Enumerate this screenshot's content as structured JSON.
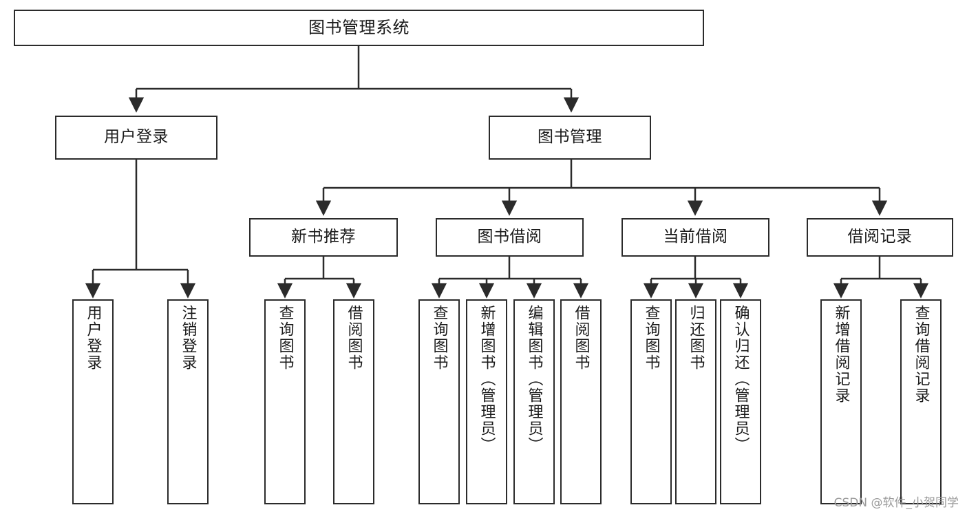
{
  "diagram": {
    "title": "图书管理系统",
    "watermark": "CSDN @软件_小贺同学",
    "stroke_color": "#2b2b2b",
    "fill_color": "#ffffff",
    "text_color": "#1a1a1a",
    "watermark_color": "#9a9a9a"
  },
  "root": {
    "label": "图书管理系统"
  },
  "level2": [
    {
      "label": "用户登录"
    },
    {
      "label": "图书管理"
    }
  ],
  "level3": [
    {
      "label": "新书推荐"
    },
    {
      "label": "图书借阅"
    },
    {
      "label": "当前借阅"
    },
    {
      "label": "借阅记录"
    }
  ],
  "leaves": {
    "user_login": [
      {
        "label": "用户登录"
      },
      {
        "label": "注销登录"
      }
    ],
    "new_book_recommend": [
      {
        "label": "查询图书"
      },
      {
        "label": "借阅图书"
      }
    ],
    "book_borrow": [
      {
        "label": "查询图书"
      },
      {
        "label": "新增图书（管理员）"
      },
      {
        "label": "编辑图书（管理员）"
      },
      {
        "label": "借阅图书"
      }
    ],
    "current_borrow": [
      {
        "label": "查询图书"
      },
      {
        "label": "归还图书"
      },
      {
        "label": "确认归还（管理员）"
      }
    ],
    "borrow_record": [
      {
        "label": "新增借阅记录"
      },
      {
        "label": "查询借阅记录"
      }
    ]
  },
  "chart_data": {
    "type": "tree",
    "title": "图书管理系统",
    "nodes": [
      {
        "id": "root",
        "label": "图书管理系统",
        "level": 0,
        "parent": null
      },
      {
        "id": "user_login",
        "label": "用户登录",
        "level": 1,
        "parent": "root"
      },
      {
        "id": "book_mgmt",
        "label": "图书管理",
        "level": 1,
        "parent": "root"
      },
      {
        "id": "new_book_recommend",
        "label": "新书推荐",
        "level": 2,
        "parent": "book_mgmt"
      },
      {
        "id": "book_borrow",
        "label": "图书借阅",
        "level": 2,
        "parent": "book_mgmt"
      },
      {
        "id": "current_borrow",
        "label": "当前借阅",
        "level": 2,
        "parent": "book_mgmt"
      },
      {
        "id": "borrow_record",
        "label": "借阅记录",
        "level": 2,
        "parent": "book_mgmt"
      },
      {
        "id": "l_login",
        "label": "用户登录",
        "level": 2,
        "parent": "user_login"
      },
      {
        "id": "l_logout",
        "label": "注销登录",
        "level": 2,
        "parent": "user_login"
      },
      {
        "id": "l_nbr_query",
        "label": "查询图书",
        "level": 3,
        "parent": "new_book_recommend"
      },
      {
        "id": "l_nbr_borrow",
        "label": "借阅图书",
        "level": 3,
        "parent": "new_book_recommend"
      },
      {
        "id": "l_bb_query",
        "label": "查询图书",
        "level": 3,
        "parent": "book_borrow"
      },
      {
        "id": "l_bb_add",
        "label": "新增图书（管理员）",
        "level": 3,
        "parent": "book_borrow"
      },
      {
        "id": "l_bb_edit",
        "label": "编辑图书（管理员）",
        "level": 3,
        "parent": "book_borrow"
      },
      {
        "id": "l_bb_borrow",
        "label": "借阅图书",
        "level": 3,
        "parent": "book_borrow"
      },
      {
        "id": "l_cb_query",
        "label": "查询图书",
        "level": 3,
        "parent": "current_borrow"
      },
      {
        "id": "l_cb_return",
        "label": "归还图书",
        "level": 3,
        "parent": "current_borrow"
      },
      {
        "id": "l_cb_confirm",
        "label": "确认归还（管理员）",
        "level": 3,
        "parent": "current_borrow"
      },
      {
        "id": "l_br_add",
        "label": "新增借阅记录",
        "level": 3,
        "parent": "borrow_record"
      },
      {
        "id": "l_br_query",
        "label": "查询借阅记录",
        "level": 3,
        "parent": "borrow_record"
      }
    ]
  }
}
